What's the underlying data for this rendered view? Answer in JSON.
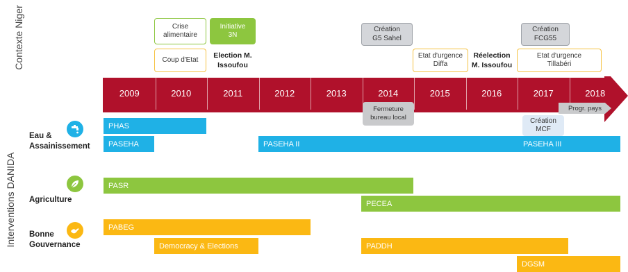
{
  "context_label": "Contexte Niger",
  "interventions_label": "Interventions DANIDA",
  "colors": {
    "arrow": "#b0112b",
    "blue": "#1fb1e6",
    "green": "#8dc63f",
    "gold": "#fbb813"
  },
  "years": [
    "2009",
    "2010",
    "2011",
    "2012",
    "2013",
    "2014",
    "2015",
    "2016",
    "2017",
    "2018"
  ],
  "events": {
    "crise": "Crise\nalimentaire",
    "initiative": "Initiative\n3N",
    "coup": "Coup d'Etat",
    "election": "Election M.\nIssoufou",
    "g5": "Création\nG5 Sahel",
    "urgence_diffa": "Etat d'urgence\nDiffa",
    "reelection": "Réelection\nM. Issoufou",
    "fcg55": "Création\nFCG55",
    "urgence_tillaberi": "Etat d'urgence\nTillabéri",
    "fermeture": "Fermeture\nbureau local",
    "mcf": "Création\nMCF",
    "progr": "Progr. pays"
  },
  "sectors": {
    "eau": "Eau &\nAssainissement",
    "agriculture": "Agriculture",
    "gouvernance": "Bonne\nGouvernance"
  },
  "icons": {
    "eau": "tap-icon",
    "agriculture": "leaf-icon",
    "gouvernance": "bird-icon"
  },
  "programs": {
    "phas": "PHAS",
    "paseha": "PASEHA",
    "paseha2": "PASEHA II",
    "paseha3": "PASEHA III",
    "pasr": "PASR",
    "pecea": "PECEA",
    "pabeg": "PABEG",
    "democracy": "Democracy & Elections",
    "paddh": "PADDH",
    "dgsm": "DGSM"
  }
}
